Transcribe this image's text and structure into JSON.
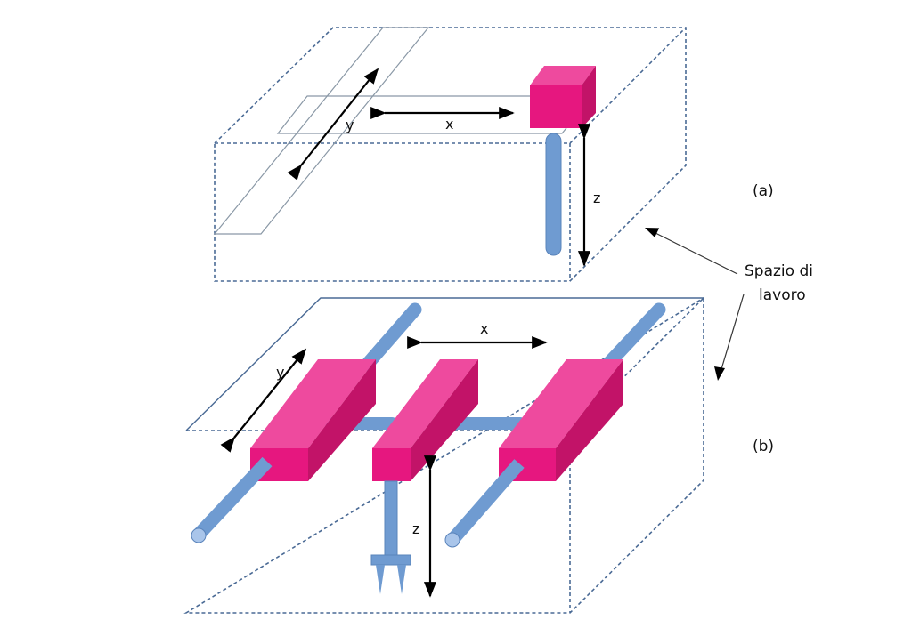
{
  "diagram": {
    "panel_a": {
      "label": "(a)",
      "axes": {
        "x": "x",
        "y": "y",
        "z": "z"
      }
    },
    "panel_b": {
      "label": "(b)",
      "axes": {
        "x": "x",
        "y": "y",
        "z": "z"
      }
    },
    "callout": {
      "line1": "Spazio di",
      "line2": "lavoro"
    },
    "colors": {
      "magenta_front": "#e6177f",
      "magenta_top": "#ee4a9e",
      "magenta_side": "#c21368",
      "rod": "#6f9bd1",
      "rod_dark": "#5a84bb",
      "box_edge": "#4a6a95"
    }
  }
}
